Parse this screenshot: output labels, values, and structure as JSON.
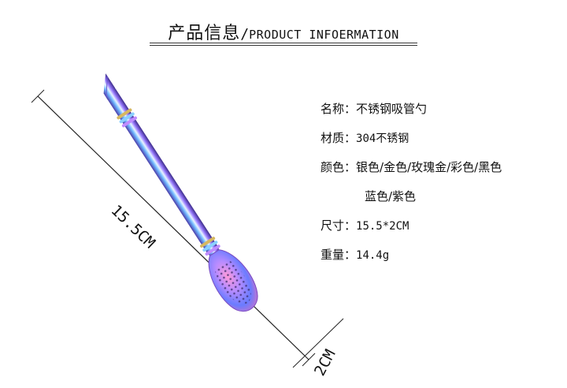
{
  "header": {
    "title_cn": "产品信息",
    "separator": "/",
    "title_en": "PRODUCT INFOERMATION"
  },
  "specs": [
    {
      "label": "名称：",
      "value": "不锈钢吸管勺"
    },
    {
      "label": "材质：",
      "value": "304不锈钢"
    },
    {
      "label": "颜色：",
      "value": "银色/金色/玫瑰金/彩色/黑色"
    },
    {
      "label": "",
      "value": "蓝色/紫色"
    },
    {
      "label": "尺寸：",
      "value": "15.5*2CM"
    },
    {
      "label": "重量：",
      "value": "14.4g"
    }
  ],
  "dimensions": {
    "length_label": "15.5CM",
    "width_label": "2CM"
  },
  "colors": {
    "rainbow": [
      "#7a5cff",
      "#3fa9ff",
      "#2ed1c0",
      "#f0c040",
      "#ff6fb0",
      "#c85cff"
    ]
  }
}
